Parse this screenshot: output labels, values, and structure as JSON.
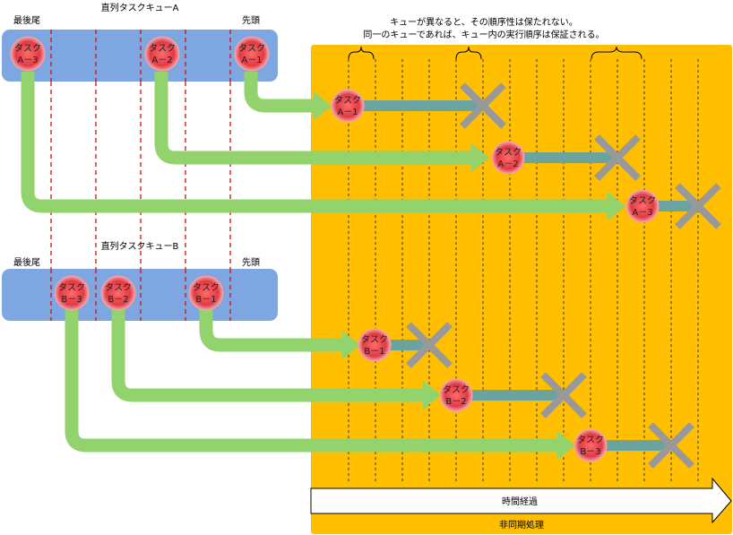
{
  "queue_a": {
    "title": "直列タスクキューA",
    "tail_label": "最後尾",
    "head_label": "先頭",
    "tasks": [
      {
        "line1": "タスク",
        "line2": "A－3"
      },
      {
        "line1": "タスク",
        "line2": "A－2"
      },
      {
        "line1": "タスク",
        "line2": "A－1"
      }
    ]
  },
  "queue_b": {
    "title": "直列タスクキューB",
    "tail_label": "最後尾",
    "head_label": "先頭",
    "tasks": [
      {
        "line1": "タスク",
        "line2": "B－3"
      },
      {
        "line1": "タスク",
        "line2": "B－2"
      },
      {
        "line1": "タスク",
        "line2": "B－1"
      }
    ]
  },
  "notes": {
    "line1": "キューが異なると、その順序性は保たれない。",
    "line2": "同一のキューであれば、キュー内の実行順序は保証される。"
  },
  "async_area": {
    "time_label": "時間経過",
    "area_label": "非同期処理"
  },
  "executing": [
    {
      "line1": "タスク",
      "line2": "A－1"
    },
    {
      "line1": "タスク",
      "line2": "A－2"
    },
    {
      "line1": "タスク",
      "line2": "A－3"
    },
    {
      "line1": "タスク",
      "line2": "B－1"
    },
    {
      "line1": "タスク",
      "line2": "B－2"
    },
    {
      "line1": "タスク",
      "line2": "B－3"
    }
  ],
  "colors": {
    "queue_fill": "#7ea6e0",
    "async_fill": "#ffbf00",
    "arrow_green": "#92d36e",
    "exec_bar": "#6aa3a0",
    "cross": "#999999",
    "task_core": "#e8444c",
    "task_ring": "#f7a0a8",
    "divider_red": "#d01010"
  }
}
